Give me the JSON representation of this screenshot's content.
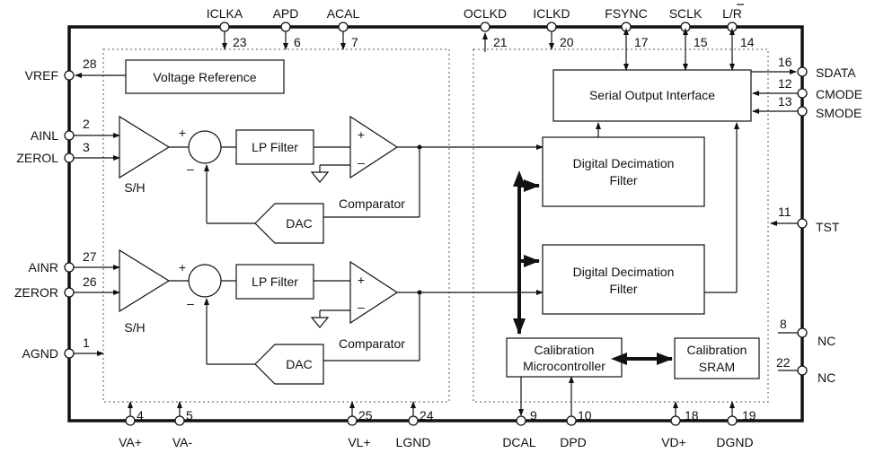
{
  "blocks": {
    "voltage_reference": "Voltage Reference",
    "lp_filter_left": "LP Filter",
    "lp_filter_right": "LP Filter",
    "comparator_left": "Comparator",
    "comparator_right": "Comparator",
    "dac_left": "DAC",
    "dac_right": "DAC",
    "sh_left": "S/H",
    "sh_right": "S/H",
    "plus": "+",
    "minus": "–",
    "serial_output_interface": "Serial Output Interface",
    "digital_decimation_filter_l1": "Digital Decimation",
    "digital_decimation_filter_l2": "Filter",
    "calibration_micro_l1": "Calibration",
    "calibration_micro_l2": "Microcontroller",
    "calibration_sram_l1": "Calibration",
    "calibration_sram_l2": "SRAM"
  },
  "pins": {
    "top": [
      {
        "name": "ICLKA",
        "num": "23"
      },
      {
        "name": "APD",
        "num": "6"
      },
      {
        "name": "ACAL",
        "num": "7"
      },
      {
        "name": "OCLKD",
        "num": "21"
      },
      {
        "name": "ICLKD",
        "num": "20"
      },
      {
        "name": "FSYNC",
        "num": "17"
      },
      {
        "name": "SCLK",
        "num": "15"
      },
      {
        "name": "L/R",
        "num": "14"
      }
    ],
    "left": [
      {
        "name": "VREF",
        "num": "28"
      },
      {
        "name": "AINL",
        "num": "2"
      },
      {
        "name": "ZEROL",
        "num": "3"
      },
      {
        "name": "AINR",
        "num": "27"
      },
      {
        "name": "ZEROR",
        "num": "26"
      },
      {
        "name": "AGND",
        "num": "1"
      }
    ],
    "right": [
      {
        "name": "SDATA",
        "num": "16"
      },
      {
        "name": "CMODE",
        "num": "12"
      },
      {
        "name": "SMODE",
        "num": "13"
      },
      {
        "name": "TST",
        "num": "11"
      },
      {
        "name": "NC",
        "num": "8"
      },
      {
        "name": "NC",
        "num": "22"
      }
    ],
    "bottom": [
      {
        "name": "VA+",
        "num": "4"
      },
      {
        "name": "VA-",
        "num": "5"
      },
      {
        "name": "VL+",
        "num": "25"
      },
      {
        "name": "LGND",
        "num": "24"
      },
      {
        "name": "DCAL",
        "num": "9"
      },
      {
        "name": "DPD",
        "num": "10"
      },
      {
        "name": "VD+",
        "num": "18"
      },
      {
        "name": "DGND",
        "num": "19"
      }
    ]
  }
}
